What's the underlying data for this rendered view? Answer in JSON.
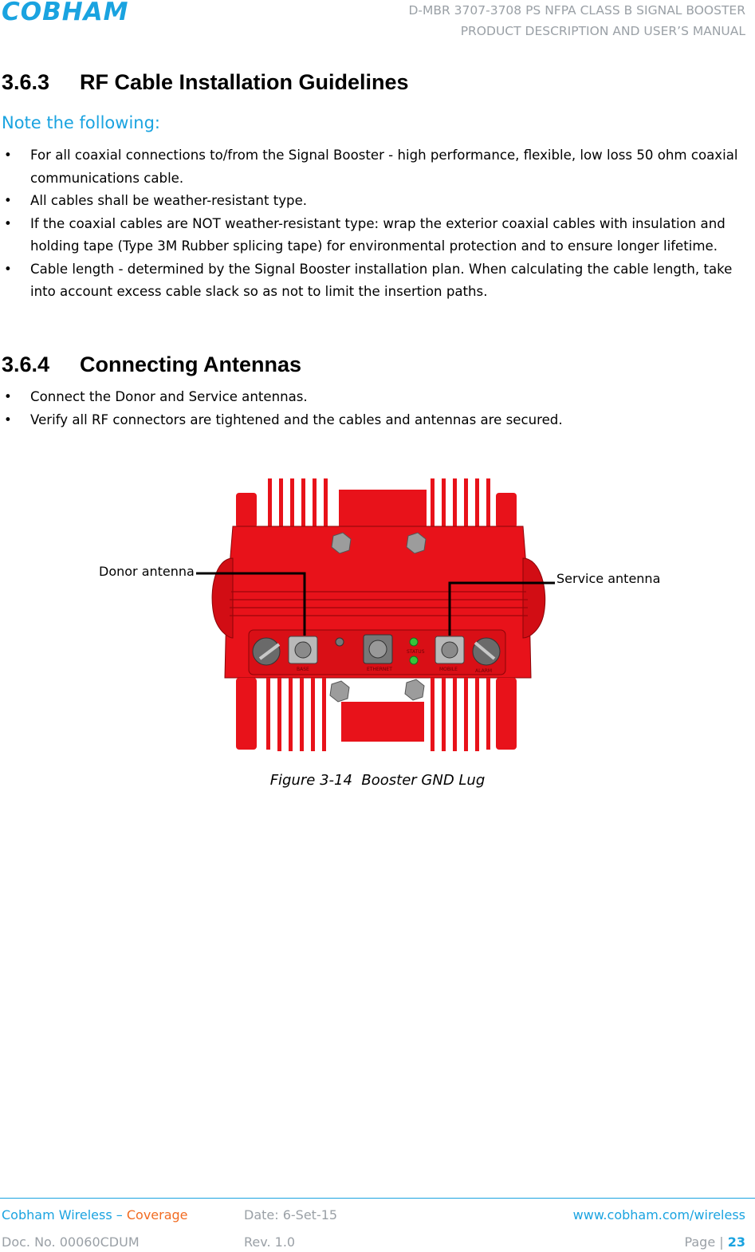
{
  "header": {
    "logo_text": "COBHAM",
    "line1": "D-MBR 3707-3708 PS NFPA CLASS B SIGNAL BOOSTER",
    "line2": "PRODUCT DESCRIPTION AND USER’S MANUAL"
  },
  "section1": {
    "number": "3.6.3",
    "title": "RF Cable Installation Guidelines",
    "note": "Note the following:",
    "bullets": [
      "For all coaxial connections to/from the Signal Booster - high performance, flexible, low loss 50 ohm coaxial communications cable.",
      "All cables shall be weather-resistant type.",
      "If the coaxial cables are NOT weather-resistant type: wrap the exterior coaxial cables with insulation and holding tape (Type 3M Rubber splicing tape) for environmental protection and to ensure longer lifetime.",
      "Cable length - determined by the Signal Booster installation plan. When calculating the cable length, take into account excess cable slack so as not to limit the insertion paths."
    ]
  },
  "section2": {
    "number": "3.6.4",
    "title": "Connecting Antennas",
    "bullets": [
      "Connect the Donor and Service antennas.",
      "Verify all RF connectors are tightened and the cables and antennas are secured."
    ]
  },
  "figure": {
    "donor_label": "Donor antenna",
    "service_label": "Service antenna",
    "panel_labels": [
      "BASE",
      "ETHERNET",
      "STATUS",
      "MOBILE",
      "ALARM"
    ],
    "caption_num": "Figure 3-14",
    "caption_text": "Booster GND Lug",
    "colors": {
      "body": "#e8121a",
      "dark": "#b0080e"
    }
  },
  "footer": {
    "company": "Cobham Wireless – ",
    "division": "Coverage",
    "date": "Date: 6-Set-15",
    "url": "www.cobham.com/wireless",
    "doc": "Doc. No. 00060CDUM",
    "rev": "Rev. 1.0",
    "page_label": "Page | ",
    "page_num": "23"
  }
}
